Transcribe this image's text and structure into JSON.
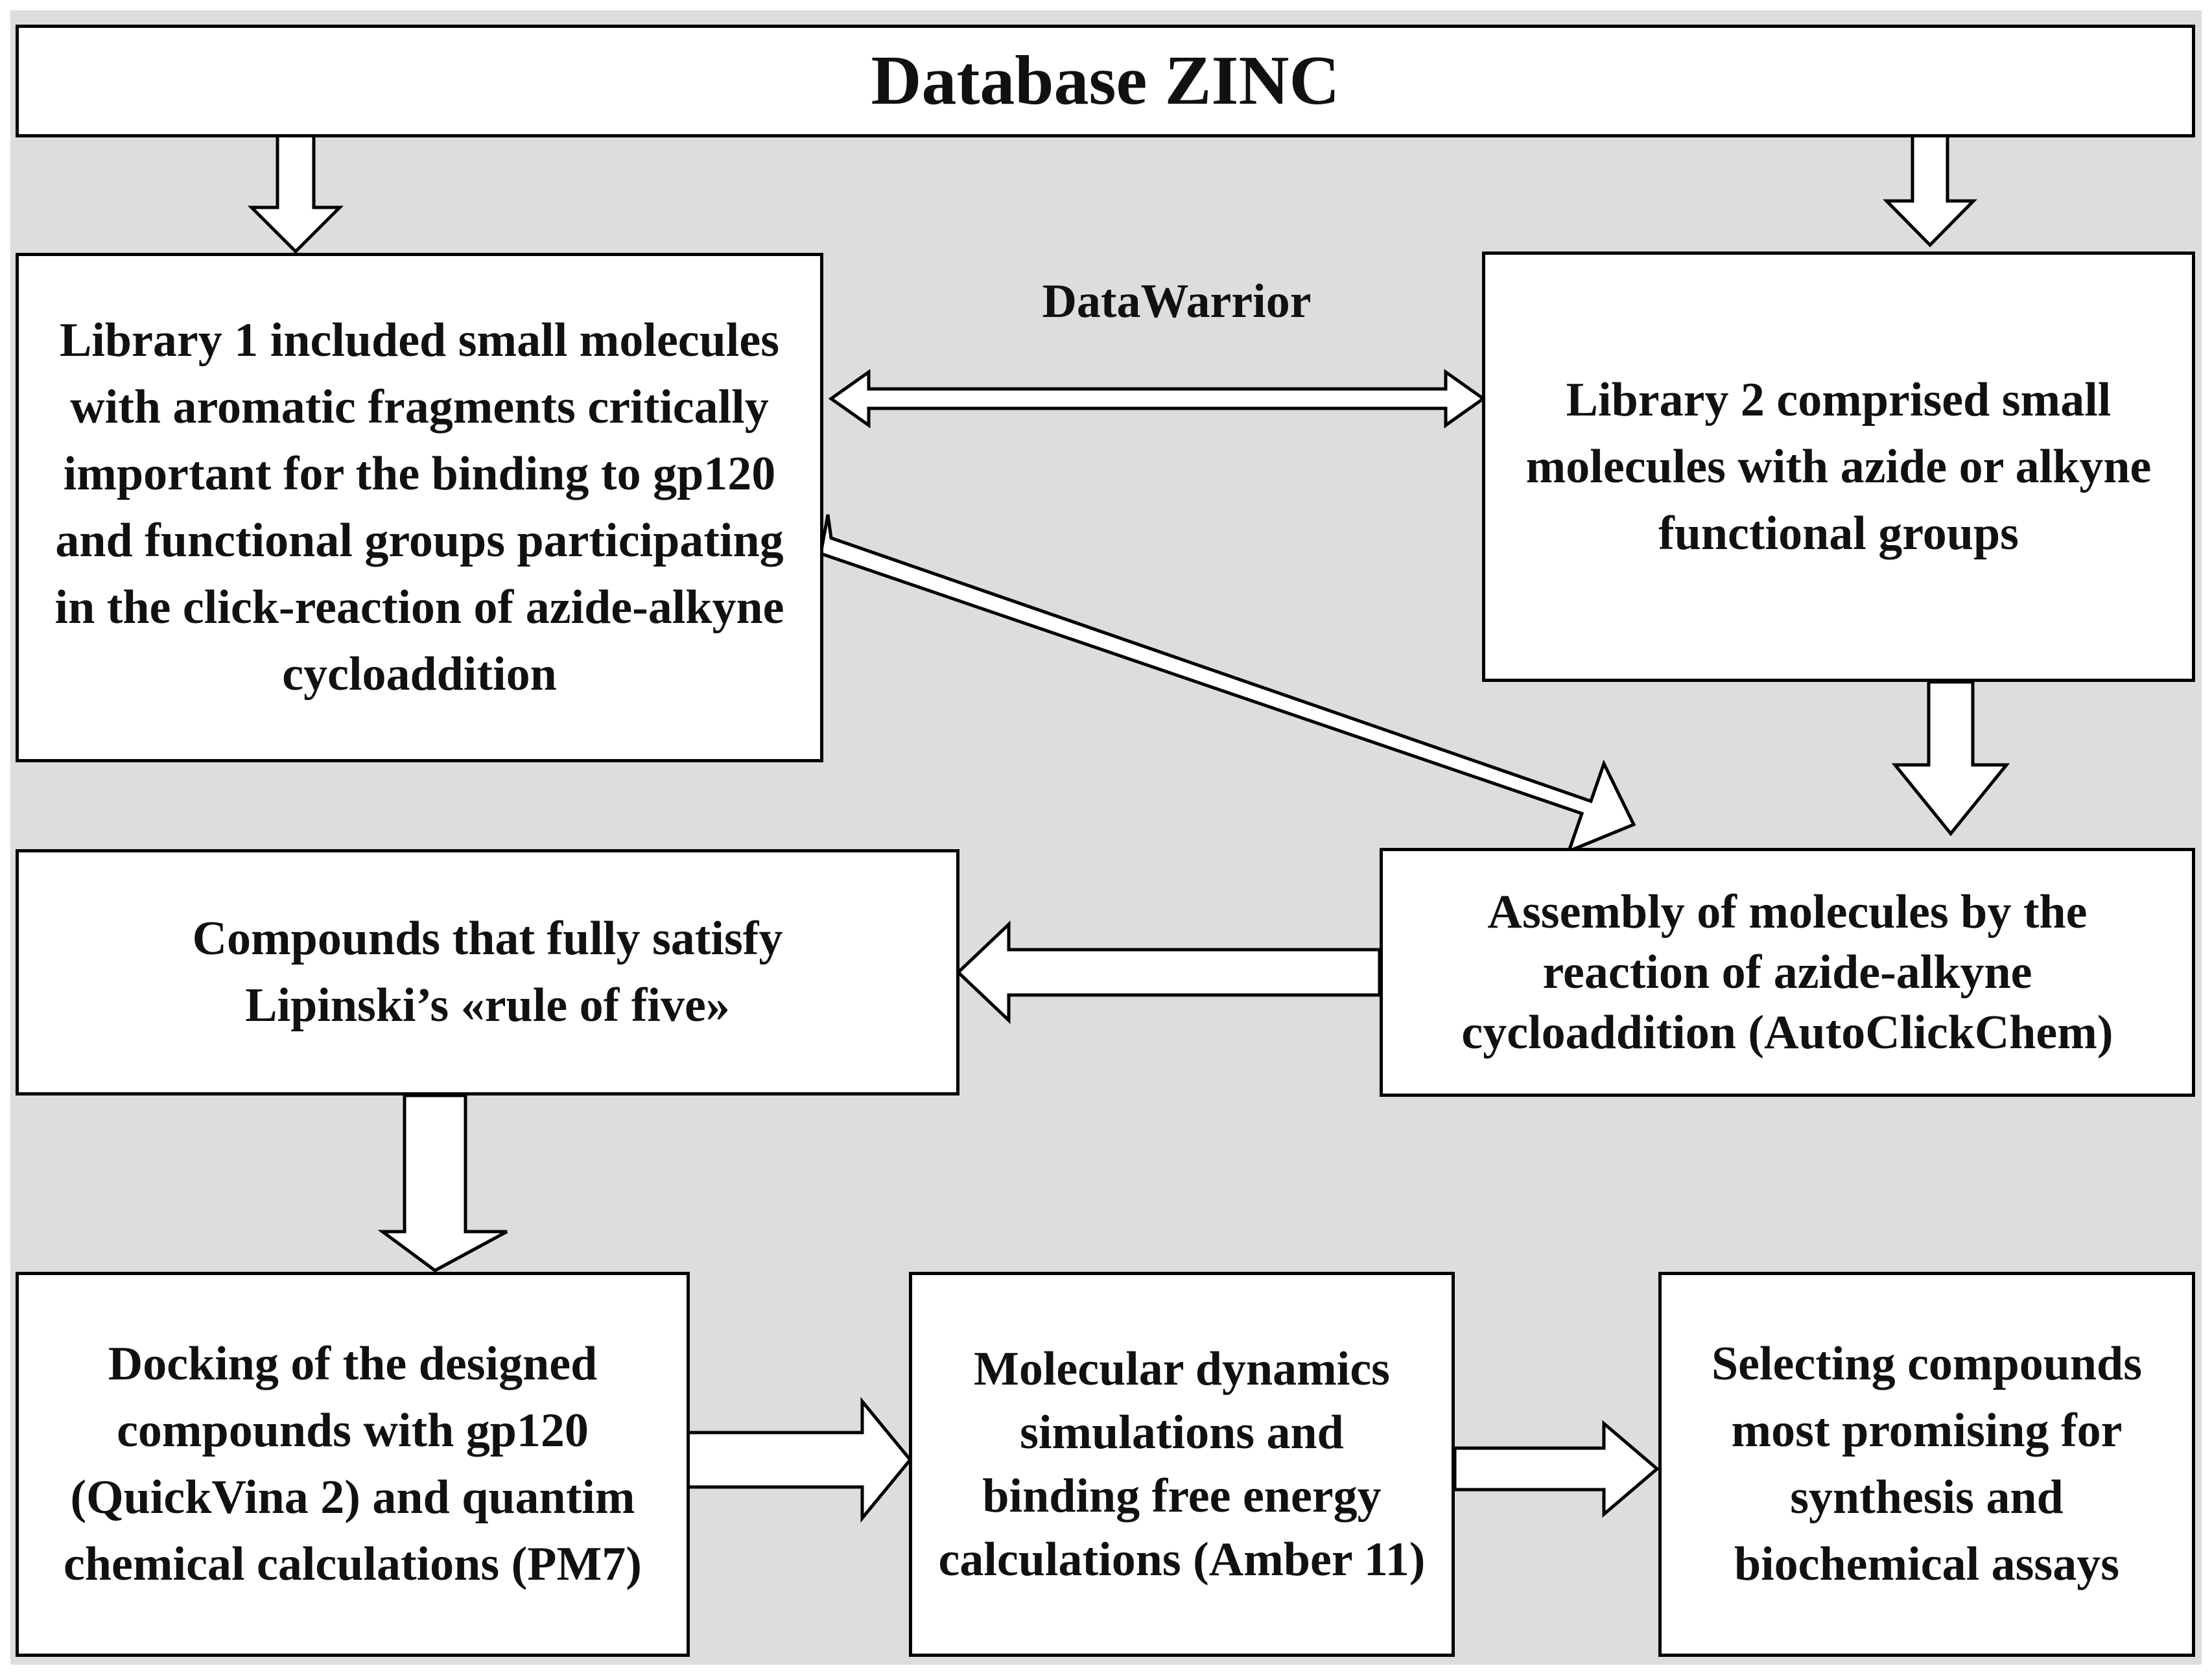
{
  "title": "Database ZINC",
  "tool_label": "DataWarrior",
  "boxes": {
    "library1": "Library 1 included small molecules with aromatic fragments critically important for the binding to gp120 and functional groups participating in the click-reaction of azide-alkyne cycloaddition",
    "library2": "Library 2 comprised small molecules with azide or alkyne functional groups",
    "assembly": "Assembly of molecules by the reaction of azide-alkyne cycloaddition (AutoClickChem)",
    "lipinski": "Compounds that fully satisfy Lipinski’s «rule of five»",
    "docking": "Docking of the designed compounds with gp120 (QuickVina 2) and quantim chemical calculations (PM7)",
    "md": "Molecular dynamics simulations and binding free energy calculations (Amber 11)",
    "selecting": "Selecting compounds most promising for synthesis and biochemical assays"
  },
  "colors": {
    "background": "#dddddd",
    "box_fill": "#ffffff",
    "border": "#000000"
  }
}
